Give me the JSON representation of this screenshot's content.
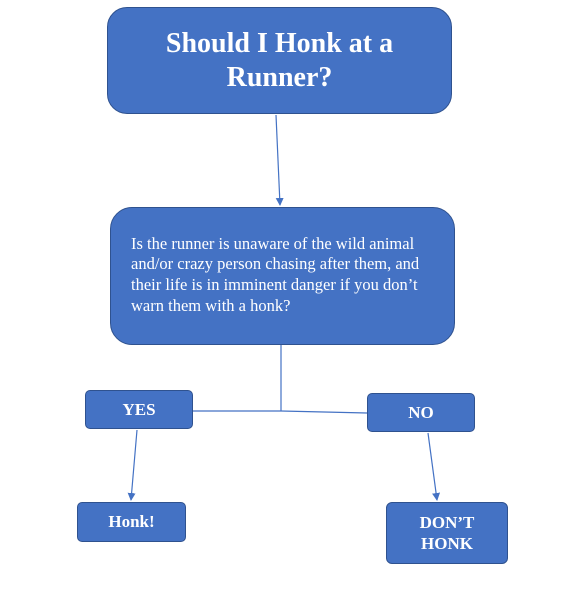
{
  "flowchart": {
    "title": "Should I Honk at a Runner?",
    "question": "Is the runner is unaware of the wild animal and/or crazy person chasing after them, and their life is in imminent danger if you don’t warn them with a honk?",
    "yes_label": "YES",
    "no_label": "NO",
    "yes_outcome": "Honk!",
    "no_outcome": "DON’T HONK"
  },
  "colors": {
    "box_fill": "#4472c4",
    "box_border": "#2f528f",
    "box_text": "#ffffff",
    "connector": "#4472c4"
  }
}
